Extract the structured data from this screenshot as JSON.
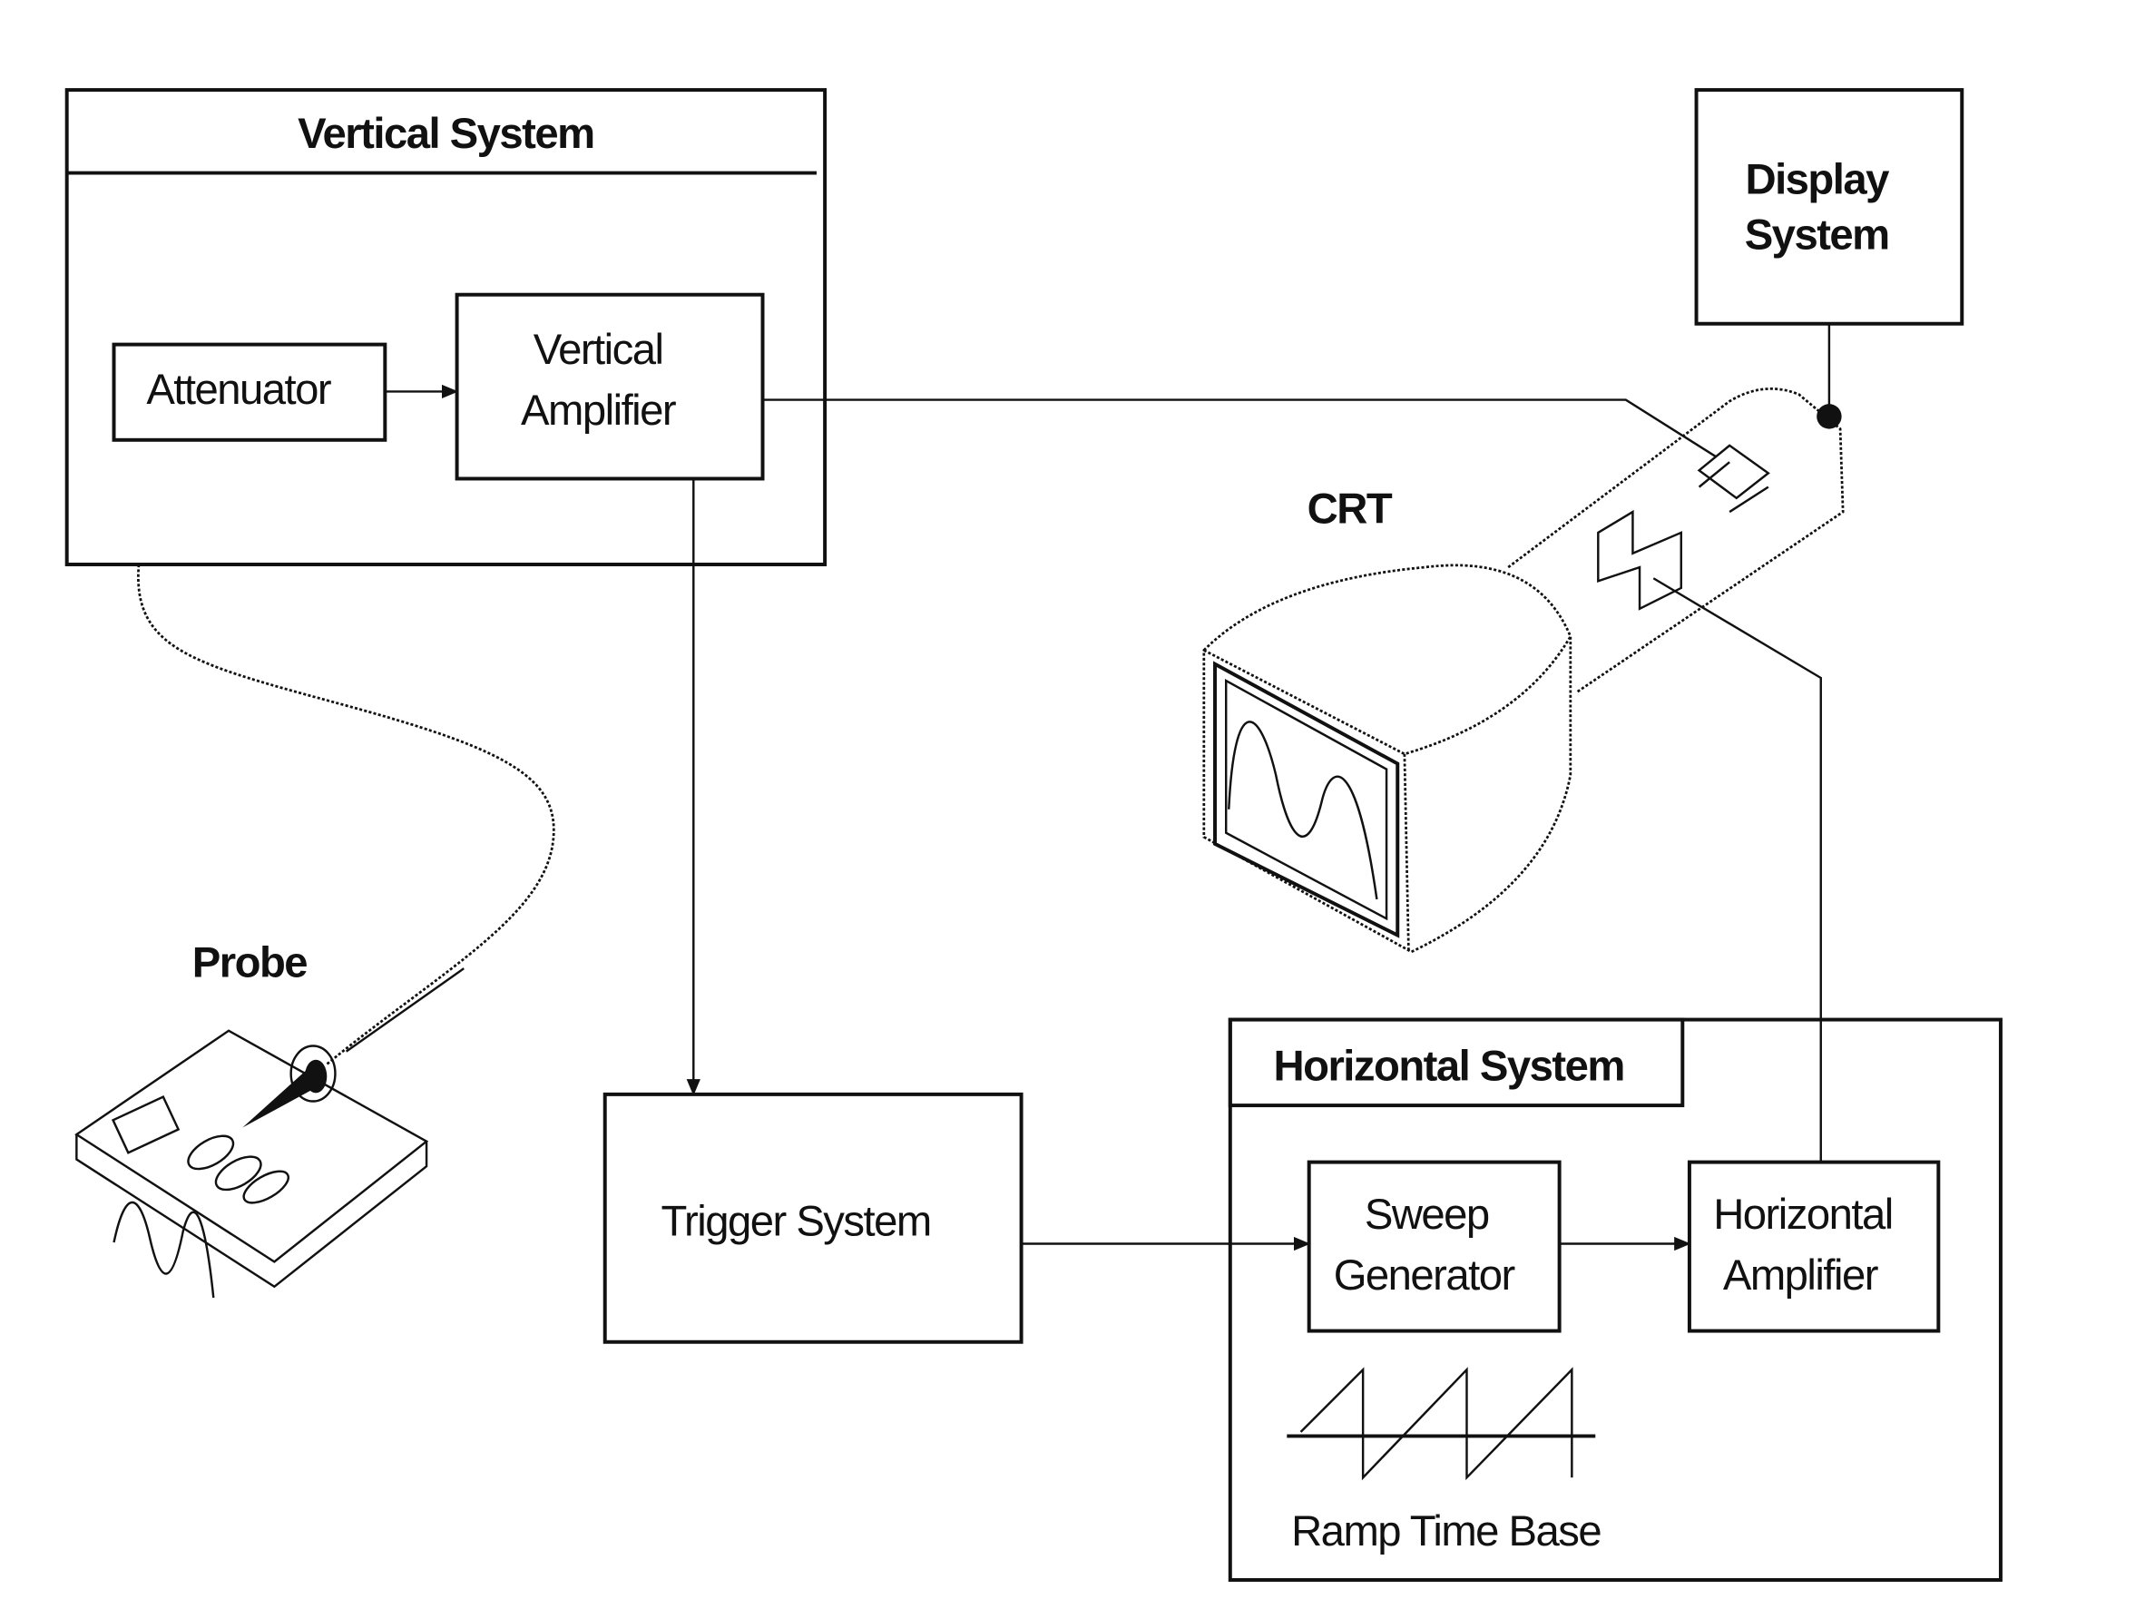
{
  "blocks": {
    "vertical_system": "Vertical System",
    "attenuator": "Attenuator",
    "vertical_amplifier": [
      "Vertical",
      "Amplifier"
    ],
    "display_system": [
      "Display",
      "System"
    ],
    "crt": "CRT",
    "probe": "Probe",
    "trigger_system": "Trigger System",
    "horizontal_system": "Horizontal System",
    "sweep_generator": [
      "Sweep",
      "Generator"
    ],
    "horizontal_amplifier": [
      "Horizontal",
      "Amplifier"
    ],
    "ramp_time_base": "Ramp Time Base"
  }
}
